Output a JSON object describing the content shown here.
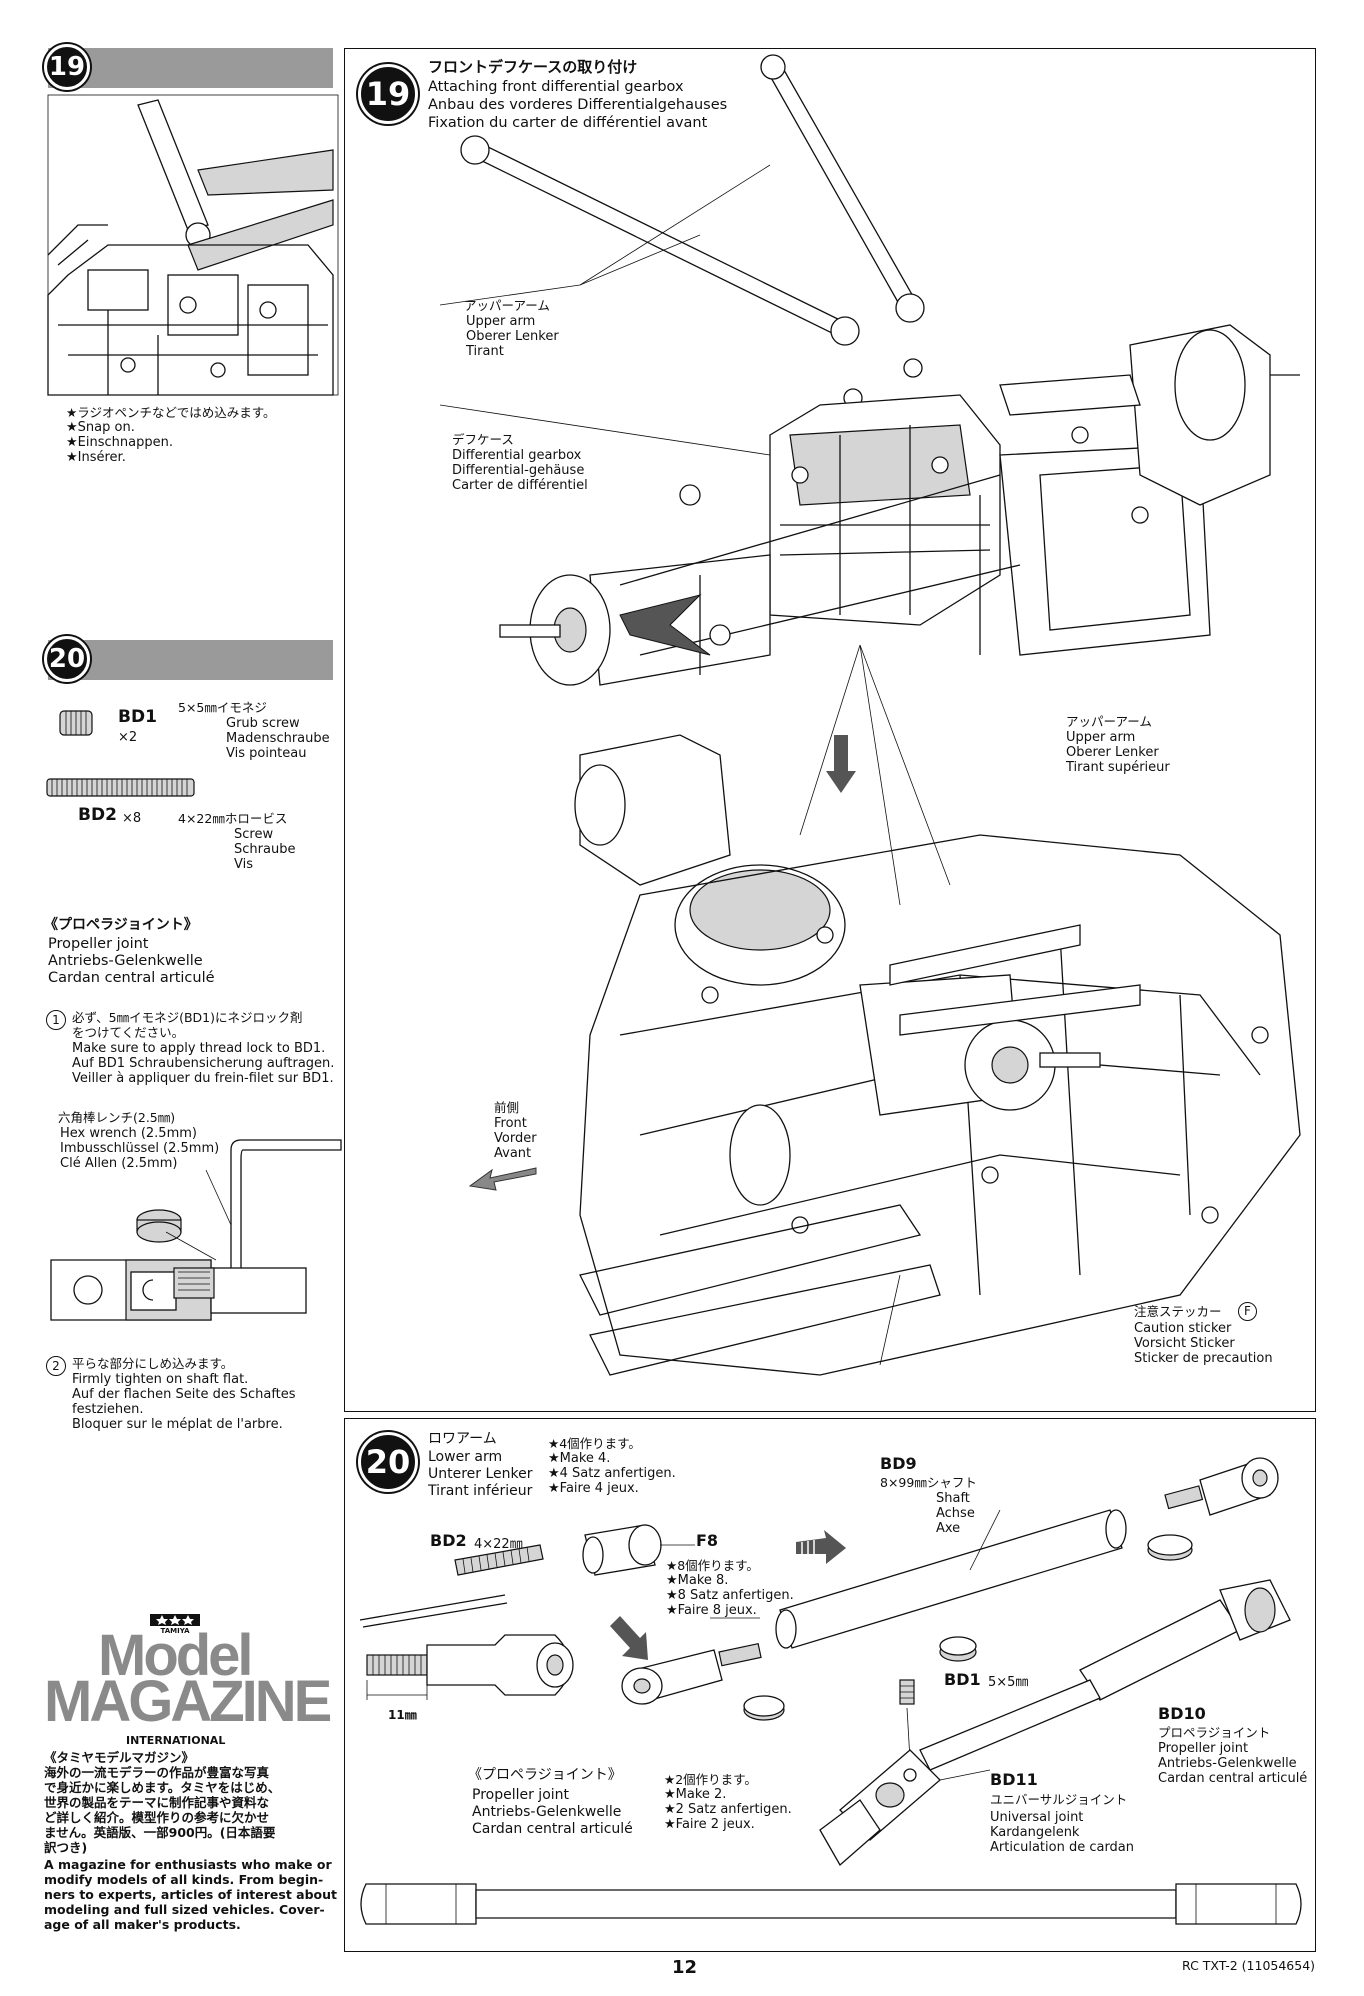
{
  "left": {
    "step19": {
      "num": "19",
      "notes": [
        "★ラジオペンチなどではめ込みます。",
        "★Snap on.",
        "★Einschnappen.",
        "★Insérer."
      ]
    },
    "step20": {
      "num": "20",
      "bd1": {
        "code": "BD1",
        "qty": "×2",
        "size": "5×5㎜イモネジ",
        "names": [
          "Grub screw",
          "Madenschraube",
          "Vis pointeau"
        ]
      },
      "bd2": {
        "code": "BD2",
        "qty": "×8",
        "size": "4×22㎜ホロービス",
        "names": [
          "Screw",
          "Schraube",
          "Vis"
        ]
      },
      "propeller": {
        "jp": "《プロペラジョイント》",
        "en": "Propeller joint",
        "de": "Antriebs-Gelenkwelle",
        "fr": "Cardan central articulé"
      },
      "note1": {
        "num": "1",
        "jp1": "必ず、5㎜イモネジ(BD1)にネジロック剤",
        "jp2": "をつけてください。",
        "en": "Make sure to apply thread lock to BD1.",
        "de": "Auf BD1 Schraubensicherung auftragen.",
        "fr": "Veiller à appliquer du frein-filet sur BD1."
      },
      "hex": {
        "jp": "六角棒レンチ(2.5㎜)",
        "en": "Hex wrench (2.5mm)",
        "de": "Imbusschlüssel (2.5mm)",
        "fr": "Clé Allen (2.5mm)"
      },
      "note2": {
        "num": "2",
        "jp": "平らな部分にしめ込みます。",
        "en": "Firmly tighten on shaft flat.",
        "de1": "Auf der flachen Seite des Schaftes",
        "de2": "festziehen.",
        "fr": "Bloquer sur le méplat de l'arbre."
      }
    },
    "magazine": {
      "brand": "TAMIYA",
      "title1": "Model",
      "title2": "MAGAZINE",
      "sub": "INTERNATIONAL",
      "jp_title": "《タミヤモデルマガジン》",
      "jp_body": [
        "海外の一流モデラーの作品が豊富な写真",
        "で身近かに楽しめます。タミヤをはじめ、",
        "世界の製品をテーマに制作記事や資料な",
        "ど詳しく紹介。模型作りの参考に欠かせ",
        "ません。英語版、一部900円。(日本語要",
        "訳つき)"
      ],
      "en_body": [
        "A magazine for enthusiasts who make or",
        "modify models of all kinds. From begin-",
        "ners to experts, articles of interest about",
        "modeling and full sized vehicles. Cover-",
        "age of all maker's products."
      ]
    }
  },
  "right19": {
    "num": "19",
    "title_jp": "フロントデフケースの取り付け",
    "title_en": "Attaching front differential gearbox",
    "title_de": "Anbau des vorderes Differentialgehauses",
    "title_fr": "Fixation du carter de différentiel avant",
    "upper_arm": {
      "jp": "アッパーアーム",
      "en": "Upper arm",
      "de": "Oberer Lenker",
      "fr": "Tirant"
    },
    "diff": {
      "jp": "デフケース",
      "en": "Differential gearbox",
      "de": "Differential-gehäuse",
      "fr": "Carter de différentiel"
    },
    "upper_arm2": {
      "jp": "アッパーアーム",
      "en": "Upper arm",
      "de": "Oberer Lenker",
      "fr": "Tirant supérieur"
    },
    "front": {
      "jp": "前側",
      "en": "Front",
      "de": "Vorder",
      "fr": "Avant"
    },
    "caution": {
      "jp": "注意ステッカー",
      "letter": "F",
      "en": "Caution sticker",
      "de": "Vorsicht Sticker",
      "fr": "Sticker de precaution"
    }
  },
  "right20": {
    "num": "20",
    "lower_arm": {
      "jp": "ロワアーム",
      "en": "Lower arm",
      "de": "Unterer Lenker",
      "fr": "Tirant inférieur"
    },
    "make4": [
      "★4個作ります。",
      "★Make 4.",
      "★4 Satz anfertigen.",
      "★Faire 4 jeux."
    ],
    "bd2": {
      "code": "BD2",
      "size": "4×22㎜"
    },
    "f8": "F8",
    "make8": [
      "★8個作ります。",
      "★Make 8.",
      "★8 Satz anfertigen.",
      "★Faire 8 jeux."
    ],
    "dim": "11㎜",
    "bd9": {
      "code": "BD9",
      "jp": "8×99㎜シャフト",
      "en": "Shaft",
      "de": "Achse",
      "fr": "Axe"
    },
    "bd1": {
      "code": "BD1",
      "size": "5×5㎜"
    },
    "bd10": {
      "code": "BD10",
      "jp": "プロペラジョイント",
      "en": "Propeller joint",
      "de": "Antriebs-Gelenkwelle",
      "fr": "Cardan central articulé"
    },
    "propeller": {
      "jp": "《プロペラジョイント》",
      "en": "Propeller joint",
      "de": "Antriebs-Gelenkwelle",
      "fr": "Cardan central articulé"
    },
    "make2": [
      "★2個作ります。",
      "★Make 2.",
      "★2 Satz anfertigen.",
      "★Faire 2 jeux."
    ],
    "bd11": {
      "code": "BD11",
      "jp": "ユニバーサルジョイント",
      "en": "Universal joint",
      "de": "Kardangelenk",
      "fr": "Articulation de cardan"
    }
  },
  "footer": {
    "page": "12",
    "code": "RC TXT-2 (11054654)"
  }
}
